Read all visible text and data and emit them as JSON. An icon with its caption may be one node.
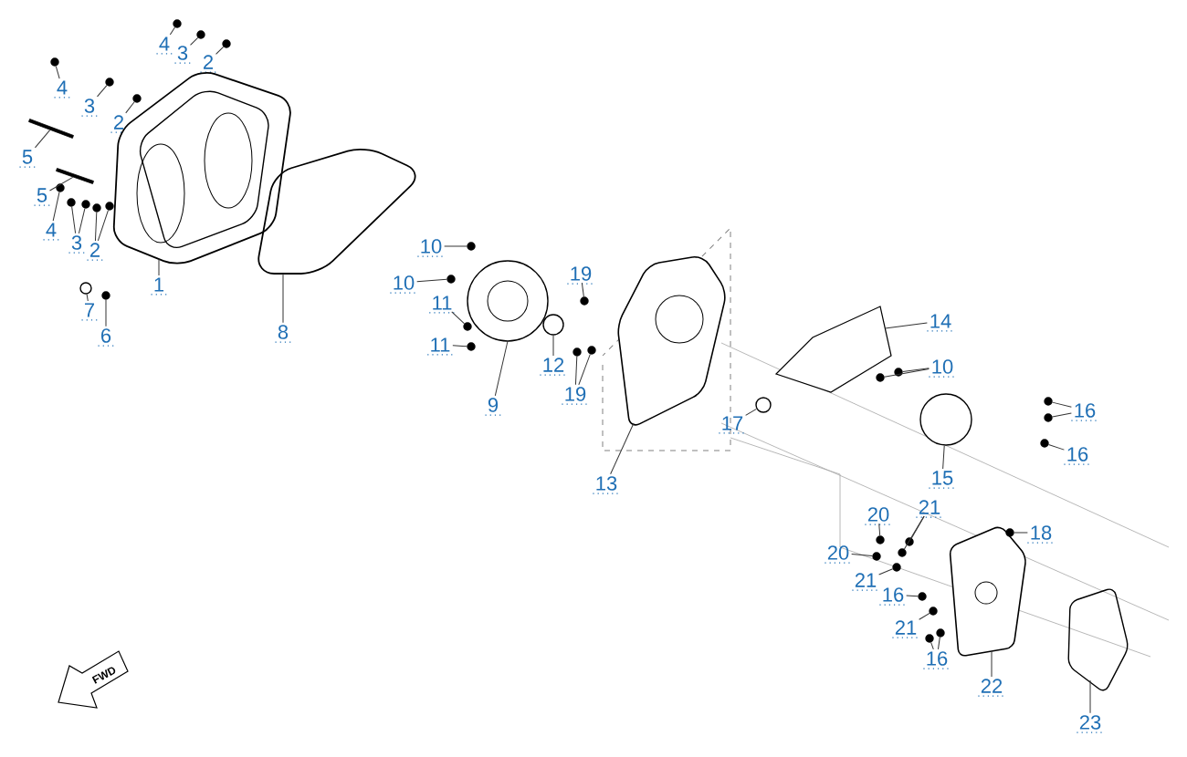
{
  "diagram": {
    "nodes": [
      {
        "text": [
          "4"
        ]
      },
      {
        "text": [
          "3"
        ]
      },
      {
        "text": [
          "2"
        ]
      },
      {
        "text": [
          "4"
        ]
      },
      {
        "text": [
          "3"
        ]
      },
      {
        "text": [
          "2"
        ]
      },
      {
        "text": [
          "5"
        ]
      },
      {
        "text": [
          "5"
        ]
      },
      {
        "text": [
          "4"
        ]
      },
      {
        "text": [
          "3"
        ]
      },
      {
        "text": [
          "2"
        ]
      },
      {
        "text": [
          "1"
        ]
      },
      {
        "text": [
          "7"
        ]
      },
      {
        "text": [
          "6"
        ]
      },
      {
        "text": [
          "8"
        ]
      },
      {
        "text": [
          "10"
        ]
      },
      {
        "text": [
          "10"
        ]
      },
      {
        "text": [
          "11"
        ]
      },
      {
        "text": [
          "11"
        ]
      },
      {
        "text": [
          "9"
        ]
      },
      {
        "text": [
          "12"
        ]
      },
      {
        "text": [
          "19"
        ]
      },
      {
        "text": [
          "19"
        ]
      },
      {
        "text": [
          "13"
        ]
      },
      {
        "text": [
          "14"
        ]
      },
      {
        "text": [
          "10"
        ]
      },
      {
        "text": [
          "17"
        ]
      },
      {
        "text": [
          "15"
        ]
      },
      {
        "text": [
          "16"
        ]
      },
      {
        "text": [
          "16"
        ]
      },
      {
        "text": [
          "20"
        ]
      },
      {
        "text": [
          "21"
        ]
      },
      {
        "text": [
          "18"
        ]
      },
      {
        "text": [
          "20"
        ]
      },
      {
        "text": [
          "21"
        ]
      },
      {
        "text": [
          "16"
        ]
      },
      {
        "text": [
          "21"
        ]
      },
      {
        "text": [
          "16"
        ]
      },
      {
        "text": [
          "22"
        ]
      },
      {
        "text": [
          "23"
        ]
      },
      {
        "text": [],
        "shape": "picture"
      },
      {
        "text": [],
        "shape": "picture"
      },
      {
        "text": [],
        "shape": "picture"
      },
      {
        "text": [],
        "shape": "circle"
      },
      {
        "text": [],
        "shape": "picture"
      },
      {
        "text": [],
        "shape": "picture"
      },
      {
        "text": [],
        "shape": "circle"
      },
      {
        "text": [],
        "shape": "circle"
      },
      {
        "text": [],
        "shape": "picture"
      },
      {
        "text": [],
        "shape": "picture"
      },
      {
        "text": [],
        "shape": "circle"
      },
      {
        "text": [],
        "shape": "bar"
      },
      {
        "text": [],
        "shape": "bar"
      },
      {
        "text": [],
        "shape": "circle"
      },
      {
        "text": [],
        "shape": "circle"
      },
      {
        "text": [],
        "shape": "circle"
      },
      {
        "text": [],
        "shape": "circle"
      },
      {
        "text": [],
        "shape": "circle"
      },
      {
        "text": [],
        "shape": "circle"
      },
      {
        "text": [],
        "shape": "circle"
      },
      {
        "text": [],
        "shape": "circle"
      },
      {
        "text": [],
        "shape": "circle"
      },
      {
        "text": [],
        "shape": "circle"
      },
      {
        "text": [],
        "shape": "circle"
      },
      {
        "text": [],
        "shape": "circle"
      },
      {
        "text": [],
        "shape": "circle"
      },
      {
        "text": [],
        "shape": "circle"
      },
      {
        "text": [],
        "shape": "circle"
      },
      {
        "text": [],
        "shape": "circle"
      },
      {
        "text": [],
        "shape": "circle"
      },
      {
        "text": [],
        "shape": "circle"
      },
      {
        "text": [],
        "shape": "circle"
      },
      {
        "text": [],
        "shape": "circle"
      },
      {
        "text": [],
        "shape": "circle"
      },
      {
        "text": [],
        "shape": "circle"
      },
      {
        "text": [],
        "shape": "circle"
      },
      {
        "text": [],
        "shape": "circle"
      },
      {
        "text": [],
        "shape": "circle"
      },
      {
        "text": [],
        "shape": "circle"
      },
      {
        "text": [],
        "shape": "circle"
      },
      {
        "text": [],
        "shape": "circle"
      },
      {
        "text": [],
        "shape": "circle"
      },
      {
        "text": [],
        "shape": "circle"
      },
      {
        "text": [],
        "shape": "circle"
      },
      {
        "text": [],
        "shape": "circle"
      },
      {
        "text": [],
        "shape": "circle"
      },
      {
        "text": [],
        "shape": "circle"
      }
    ],
    "edges": [
      {
        "from": 0,
        "to": 53,
        "arrow": "none"
      },
      {
        "from": 1,
        "to": 54,
        "arrow": "none"
      },
      {
        "from": 2,
        "to": 55,
        "arrow": "none"
      },
      {
        "from": 3,
        "to": 56,
        "arrow": "none"
      },
      {
        "from": 4,
        "to": 57,
        "arrow": "none"
      },
      {
        "from": 5,
        "to": 58,
        "arrow": "none"
      },
      {
        "from": 6,
        "to": 51,
        "arrow": "none"
      },
      {
        "from": 7,
        "to": 52,
        "arrow": "none"
      },
      {
        "from": 8,
        "to": 59,
        "arrow": "none"
      },
      {
        "from": 9,
        "to": 60,
        "arrow": "none"
      },
      {
        "from": 9,
        "to": 61,
        "arrow": "none"
      },
      {
        "from": 10,
        "to": 62,
        "arrow": "none"
      },
      {
        "from": 10,
        "to": 63,
        "arrow": "none"
      },
      {
        "from": 11,
        "to": 40,
        "arrow": "none"
      },
      {
        "from": 12,
        "to": 50,
        "arrow": "none"
      },
      {
        "from": 13,
        "to": 64,
        "arrow": "none"
      },
      {
        "from": 14,
        "to": 41,
        "arrow": "none"
      },
      {
        "from": 15,
        "to": 65,
        "arrow": "none"
      },
      {
        "from": 16,
        "to": 66,
        "arrow": "none"
      },
      {
        "from": 17,
        "to": 67,
        "arrow": "none"
      },
      {
        "from": 18,
        "to": 68,
        "arrow": "none"
      },
      {
        "from": 19,
        "to": 42,
        "arrow": "none"
      },
      {
        "from": 20,
        "to": 43,
        "arrow": "none"
      },
      {
        "from": 21,
        "to": 69,
        "arrow": "none"
      },
      {
        "from": 22,
        "to": 70,
        "arrow": "none"
      },
      {
        "from": 22,
        "to": 71,
        "arrow": "none"
      },
      {
        "from": 23,
        "to": 44,
        "arrow": "none"
      },
      {
        "from": 24,
        "to": 45,
        "arrow": "none"
      },
      {
        "from": 25,
        "to": 72,
        "arrow": "none"
      },
      {
        "from": 25,
        "to": 73,
        "arrow": "none"
      },
      {
        "from": 26,
        "to": 47,
        "arrow": "none"
      },
      {
        "from": 27,
        "to": 46,
        "arrow": "none"
      },
      {
        "from": 28,
        "to": 74,
        "arrow": "none"
      },
      {
        "from": 28,
        "to": 75,
        "arrow": "none"
      },
      {
        "from": 29,
        "to": 76,
        "arrow": "none"
      },
      {
        "from": 30,
        "to": 77,
        "arrow": "none"
      },
      {
        "from": 31,
        "to": 78,
        "arrow": "none"
      },
      {
        "from": 31,
        "to": 79,
        "arrow": "none"
      },
      {
        "from": 32,
        "to": 80,
        "arrow": "none"
      },
      {
        "from": 33,
        "to": 81,
        "arrow": "none"
      },
      {
        "from": 34,
        "to": 82,
        "arrow": "none"
      },
      {
        "from": 35,
        "to": 83,
        "arrow": "none"
      },
      {
        "from": 36,
        "to": 84,
        "arrow": "none"
      },
      {
        "from": 37,
        "to": 85,
        "arrow": "none"
      },
      {
        "from": 37,
        "to": 86,
        "arrow": "none"
      },
      {
        "from": 38,
        "to": 48,
        "arrow": "none"
      },
      {
        "from": 39,
        "to": 49,
        "arrow": "none"
      }
    ],
    "labels": [
      "FWD"
    ]
  }
}
